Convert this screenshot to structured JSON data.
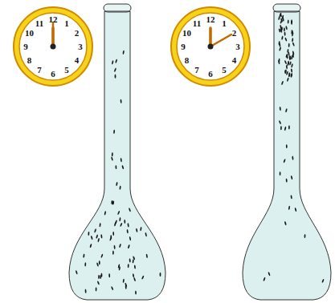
{
  "diagram": {
    "labels": [
      "12",
      "1",
      "2",
      "3",
      "4",
      "5",
      "6",
      "7",
      "8",
      "9",
      "10",
      "11",
      "12",
      "1",
      "2",
      "3",
      "4",
      "5",
      "6",
      "7",
      "8",
      "9",
      "10",
      "11"
    ]
  }
}
